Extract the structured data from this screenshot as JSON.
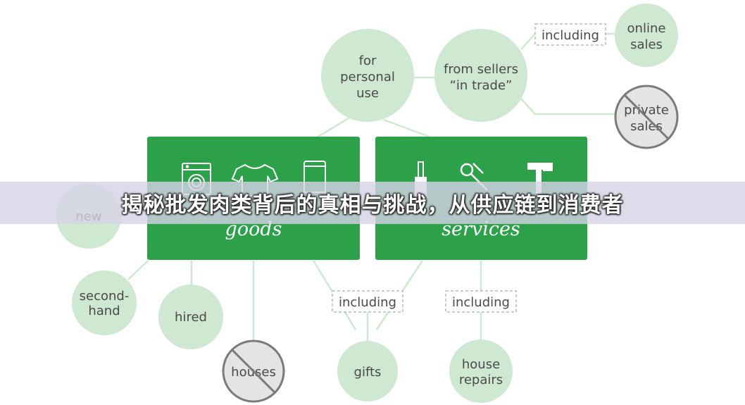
{
  "banner": {
    "title": "揭秘批发肉类背后的真相与挑战，从供应链到消费者"
  },
  "colors": {
    "box_green": "#2da14a",
    "circle_green": "#cfe8d1",
    "circle_gray": "#e4e4e4",
    "line": "#cfe8d1",
    "tag_border": "#b8b8b8",
    "text": "#4a4a4a"
  },
  "boxes": {
    "goods": {
      "label": "goods",
      "icons": [
        "washing-machine-icon",
        "tshirt-icon",
        "phone-icon"
      ]
    },
    "services": {
      "label": "services",
      "icons": [
        "paintbrush-icon",
        "wrench-icon",
        "hammer-icon"
      ]
    }
  },
  "nodes": {
    "for_personal_use": {
      "lines": [
        "for",
        "personal",
        "use"
      ],
      "crossed": false
    },
    "from_sellers": {
      "lines": [
        "from sellers",
        "“in trade”"
      ],
      "crossed": false
    },
    "online_sales": {
      "lines": [
        "online",
        "sales"
      ],
      "crossed": false
    },
    "private_sales": {
      "lines": [
        "private",
        "sales"
      ],
      "crossed": true
    },
    "new": {
      "lines": [
        "new"
      ],
      "crossed": false
    },
    "second_hand": {
      "lines": [
        "second-",
        "hand"
      ],
      "crossed": false
    },
    "hired": {
      "lines": [
        "hired"
      ],
      "crossed": false
    },
    "houses": {
      "lines": [
        "houses"
      ],
      "crossed": true
    },
    "gifts": {
      "lines": [
        "gifts"
      ],
      "crossed": false
    },
    "house_repairs": {
      "lines": [
        "house",
        "repairs"
      ],
      "crossed": false
    }
  },
  "tags": {
    "top": "including",
    "goods_bottom": "including",
    "services_bottom": "including"
  }
}
